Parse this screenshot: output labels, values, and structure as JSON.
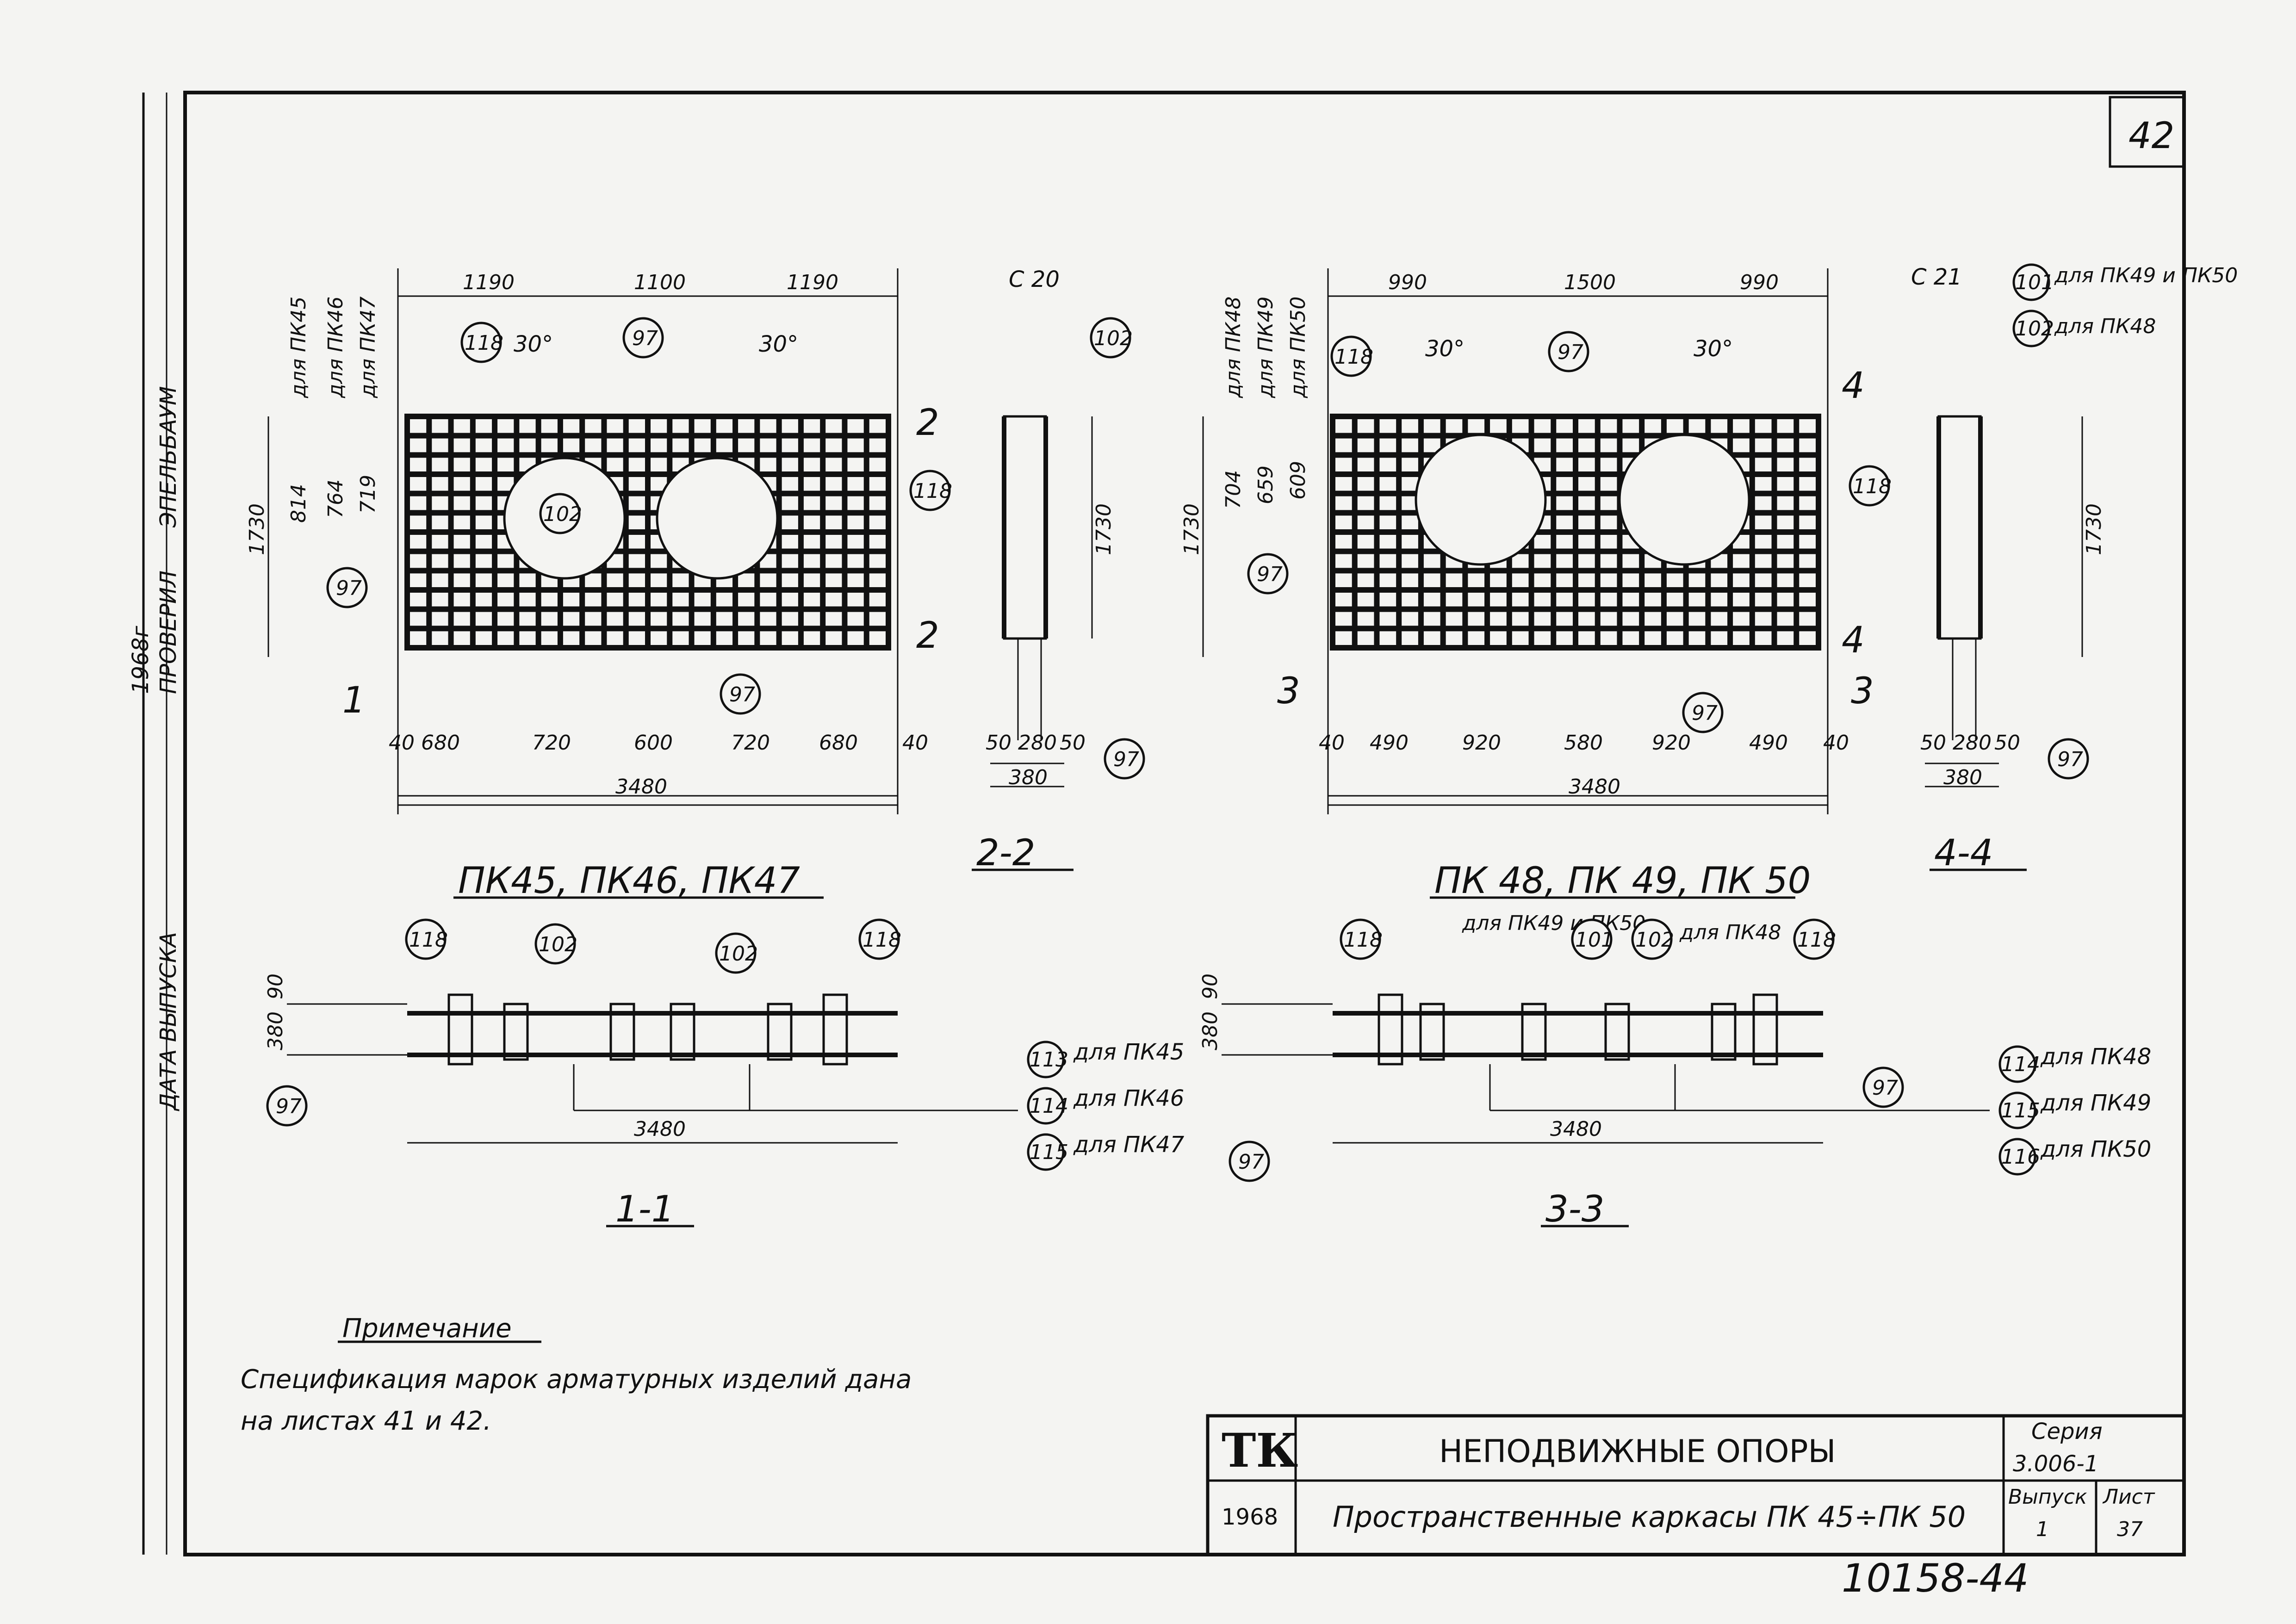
{
  "sheet_number": "42",
  "bottom_number": "10158-44",
  "stamp": {
    "release_date_label": "ДАТА ВЫПУСКА",
    "checked_label": "ПРОВЕРИЛ",
    "year": "1968г",
    "checker_name": "ЭПЕЛЬБАУМ"
  },
  "left_group": {
    "title": "ПК45, ПК46, ПК47",
    "section_a": "2-2",
    "section_b": "1-1",
    "top_dims": [
      "1190",
      "1100",
      "1190"
    ],
    "bottom_dims": [
      "40",
      "680",
      "720",
      "600",
      "720",
      "680",
      "40"
    ],
    "total_width": "3480",
    "height": "1730",
    "side_dims": [
      "814",
      "764",
      "719"
    ],
    "side_labels": [
      "для ПК45",
      "для ПК46",
      "для ПК47"
    ],
    "angle": "30°",
    "cage_label": "С 20",
    "cut_mark_1": "1",
    "cut_mark_2": "2",
    "section_dims": [
      "50",
      "280",
      "50"
    ],
    "section_width": "380",
    "plan_dims": [
      "380",
      "90"
    ],
    "plan_refs": [
      {
        "mark": "113",
        "text": "для ПК45"
      },
      {
        "mark": "114",
        "text": "для ПК46"
      },
      {
        "mark": "115",
        "text": "для ПК47"
      }
    ]
  },
  "right_group": {
    "title": "ПК 48, ПК 49, ПК 50",
    "section_a": "4-4",
    "section_b": "3-3",
    "top_dims": [
      "990",
      "1500",
      "990"
    ],
    "bottom_dims": [
      "40",
      "490",
      "920",
      "580",
      "920",
      "490",
      "40"
    ],
    "total_width": "3480",
    "height": "1730",
    "side_dims": [
      "704",
      "659",
      "609"
    ],
    "side_labels": [
      "для ПК48",
      "для ПК49",
      "для ПК50"
    ],
    "angle": "30°",
    "cage_label": "С 21",
    "cut_mark_3": "3",
    "cut_mark_4": "4",
    "section_dims": [
      "50",
      "280",
      "50"
    ],
    "section_width": "380",
    "plan_dims": [
      "380",
      "90"
    ],
    "top_refs": [
      {
        "mark": "101",
        "text": "для ПК49 и ПК50"
      },
      {
        "mark": "102",
        "text": "для ПК48"
      }
    ],
    "plan_labels": {
      "a": "для ПК49 и ПК50",
      "b": "для ПК48"
    },
    "plan_refs": [
      {
        "mark": "114",
        "text": "для ПК48"
      },
      {
        "mark": "115",
        "text": "для ПК49"
      },
      {
        "mark": "116",
        "text": "для ПК50"
      }
    ]
  },
  "marks": {
    "m97": "97",
    "m101": "101",
    "m102": "102",
    "m118": "118"
  },
  "note": {
    "title": "Примечание",
    "text_line1": "Спецификация марок арматурных изделий дана",
    "text_line2": "на листах 41 и 42."
  },
  "title_block": {
    "logo": "ТК",
    "year": "1968",
    "title": "НЕПОДВИЖНЫЕ ОПОРЫ",
    "subtitle": "Пространственные каркасы ПК 45÷ПК 50",
    "series_label": "Серия",
    "series_value": "3.006-1",
    "issue_label": "Выпуск",
    "issue_value": "1",
    "sheet_label": "Лист",
    "sheet_value": "37"
  }
}
